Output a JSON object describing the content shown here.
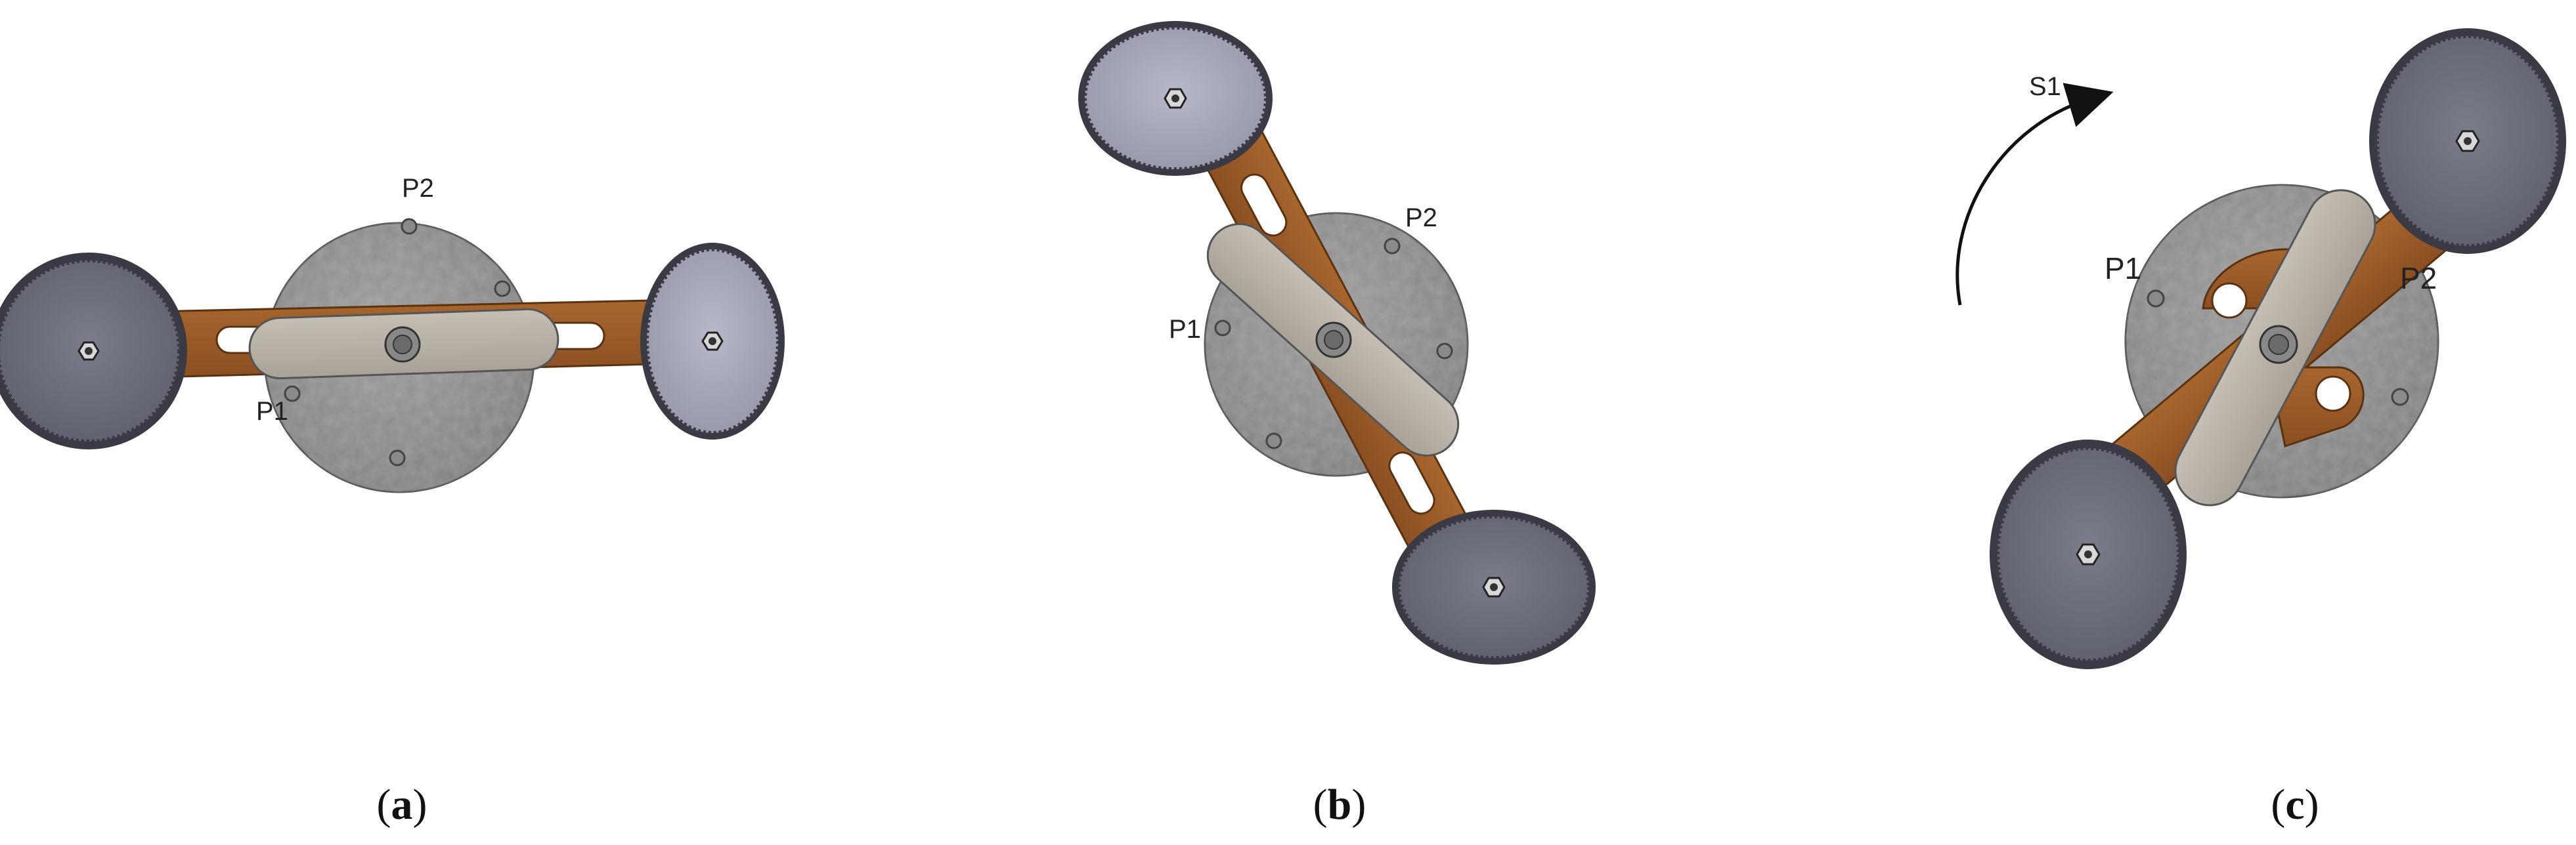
{
  "figure": {
    "panels": [
      {
        "id": "a",
        "caption": {
          "open": "(",
          "letter": "a",
          "close": ")"
        },
        "point_labels": {
          "p1": "P1",
          "p2": "P2"
        }
      },
      {
        "id": "b",
        "caption": {
          "open": "(",
          "letter": "b",
          "close": ")"
        },
        "point_labels": {
          "p1": "P1",
          "p2": "P2"
        }
      },
      {
        "id": "c",
        "caption": {
          "open": "(",
          "letter": "c",
          "close": ")"
        },
        "point_labels": {
          "p1": "P1",
          "p2": "P2"
        },
        "rotation_label": "S1"
      }
    ],
    "colors": {
      "base_disk": "#8e8e8e",
      "copper_arm": "#9a5a28",
      "grey_link": "#b6b0a6",
      "gear_dark": "#6d6f7d",
      "gear_light": "#a6a8b8",
      "nut": "#9a9a9a"
    },
    "icons": {
      "rotation_arrow": "curved-arrow-clockwise-icon",
      "nut": "hex-nut-icon"
    }
  }
}
